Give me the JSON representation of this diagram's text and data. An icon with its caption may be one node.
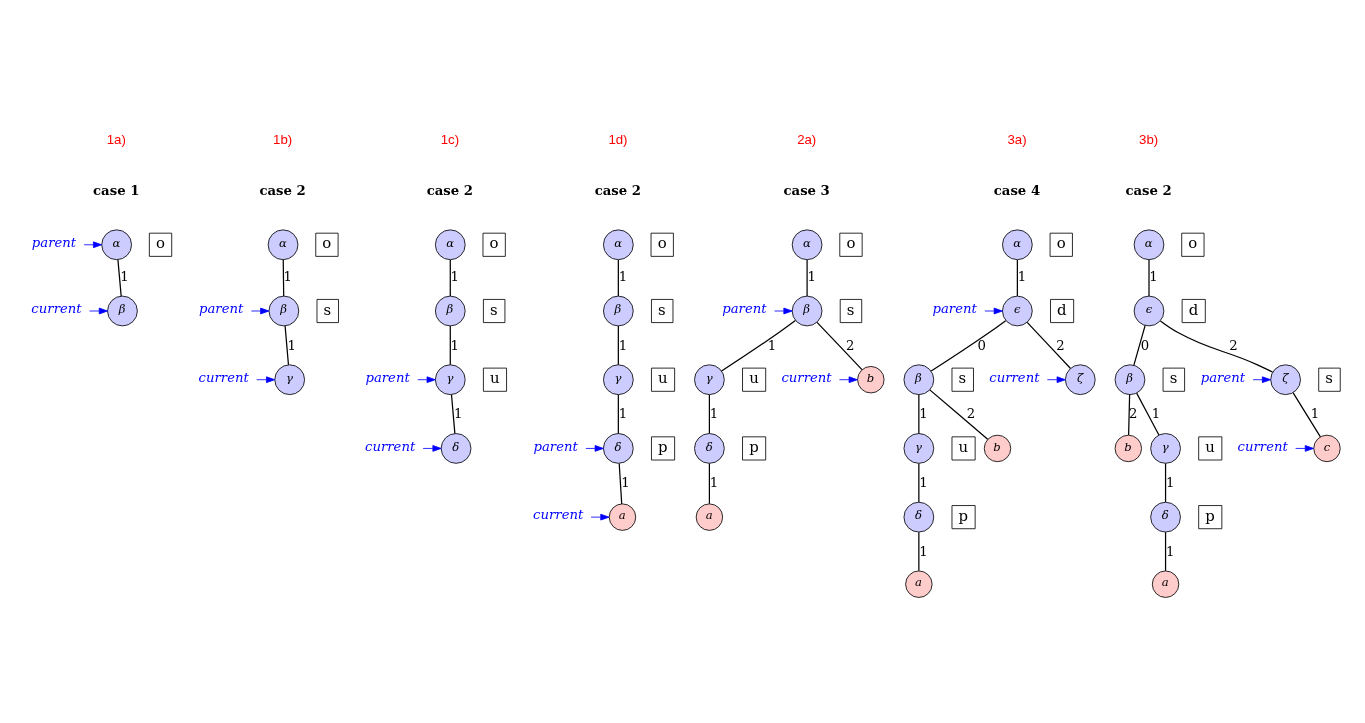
{
  "diagram": {
    "nodes": [
      {
        "text": [
          "α"
        ]
      },
      {
        "text": [
          "o"
        ]
      },
      {
        "text": [
          "parent"
        ]
      },
      {
        "text": [
          "β"
        ]
      },
      {
        "text": [
          "current"
        ]
      },
      {
        "text": [
          "α"
        ]
      },
      {
        "text": [
          "o"
        ]
      },
      {
        "text": [
          "β"
        ]
      },
      {
        "text": [
          "s"
        ]
      },
      {
        "text": [
          "parent"
        ]
      },
      {
        "text": [
          "γ"
        ]
      },
      {
        "text": [
          "current"
        ]
      },
      {
        "text": [
          "α"
        ]
      },
      {
        "text": [
          "o"
        ]
      },
      {
        "text": [
          "β"
        ]
      },
      {
        "text": [
          "s"
        ]
      },
      {
        "text": [
          "γ"
        ]
      },
      {
        "text": [
          "u"
        ]
      },
      {
        "text": [
          "parent"
        ]
      },
      {
        "text": [
          "δ"
        ]
      },
      {
        "text": [
          "current"
        ]
      },
      {
        "text": [
          "α"
        ]
      },
      {
        "text": [
          "o"
        ]
      },
      {
        "text": [
          "β"
        ]
      },
      {
        "text": [
          "s"
        ]
      },
      {
        "text": [
          "γ"
        ]
      },
      {
        "text": [
          "u"
        ]
      },
      {
        "text": [
          "δ"
        ]
      },
      {
        "text": [
          "p"
        ]
      },
      {
        "text": [
          "parent"
        ]
      },
      {
        "text": [
          "a"
        ]
      },
      {
        "text": [
          "current"
        ]
      },
      {
        "text": [
          "α"
        ]
      },
      {
        "text": [
          "o"
        ]
      },
      {
        "text": [
          "β"
        ]
      },
      {
        "text": [
          "s"
        ]
      },
      {
        "text": [
          "parent"
        ]
      },
      {
        "text": [
          "γ"
        ]
      },
      {
        "text": [
          "u"
        ]
      },
      {
        "text": [
          "b"
        ]
      },
      {
        "text": [
          "current"
        ]
      },
      {
        "text": [
          "δ"
        ]
      },
      {
        "text": [
          "p"
        ]
      },
      {
        "text": [
          "a"
        ]
      },
      {
        "text": [
          "α"
        ]
      },
      {
        "text": [
          "o"
        ]
      },
      {
        "text": [
          "ϵ"
        ]
      },
      {
        "text": [
          "d"
        ]
      },
      {
        "text": [
          "parent"
        ]
      },
      {
        "text": [
          "current"
        ]
      },
      {
        "text": [
          "β"
        ]
      },
      {
        "text": [
          "s"
        ]
      },
      {
        "text": [
          "ζ"
        ]
      },
      {
        "text": [
          "γ"
        ]
      },
      {
        "text": [
          "u"
        ]
      },
      {
        "text": [
          "b"
        ]
      },
      {
        "text": [
          "δ"
        ]
      },
      {
        "text": [
          "p"
        ]
      },
      {
        "text": [
          "a"
        ]
      },
      {
        "text": [
          "α"
        ]
      },
      {
        "text": [
          "o"
        ]
      },
      {
        "text": [
          "ϵ"
        ]
      },
      {
        "text": [
          "d"
        ]
      },
      {
        "text": [
          "parent"
        ]
      },
      {
        "text": [
          "β"
        ]
      },
      {
        "text": [
          "s"
        ]
      },
      {
        "text": [
          "ζ"
        ]
      },
      {
        "text": [
          "s"
        ]
      },
      {
        "text": [
          "γ"
        ]
      },
      {
        "text": [
          "u"
        ]
      },
      {
        "text": [
          "b"
        ]
      },
      {
        "text": [
          "c"
        ]
      },
      {
        "text": [
          "current"
        ]
      },
      {
        "text": [
          "δ"
        ]
      },
      {
        "text": [
          "p"
        ]
      },
      {
        "text": [
          "a"
        ]
      }
    ],
    "edges": [
      {
        "from": 0,
        "to": 3,
        "arrow": "none",
        "label": "1"
      },
      {
        "from": 2,
        "to": 0,
        "arrow": "to",
        "color": "#0000ff"
      },
      {
        "from": 4,
        "to": 3,
        "arrow": "to",
        "color": "#0000ff"
      },
      {
        "from": 5,
        "to": 7,
        "arrow": "none",
        "label": "1"
      },
      {
        "from": 7,
        "to": 10,
        "arrow": "none",
        "label": "1"
      },
      {
        "from": 9,
        "to": 7,
        "arrow": "to",
        "color": "#0000ff"
      },
      {
        "from": 11,
        "to": 10,
        "arrow": "to",
        "color": "#0000ff"
      },
      {
        "from": 12,
        "to": 14,
        "arrow": "none",
        "label": "1"
      },
      {
        "from": 14,
        "to": 16,
        "arrow": "none",
        "label": "1"
      },
      {
        "from": 16,
        "to": 19,
        "arrow": "none",
        "label": "1"
      },
      {
        "from": 18,
        "to": 16,
        "arrow": "to",
        "color": "#0000ff"
      },
      {
        "from": 20,
        "to": 19,
        "arrow": "to",
        "color": "#0000ff"
      },
      {
        "from": 21,
        "to": 23,
        "arrow": "none",
        "label": "1"
      },
      {
        "from": 23,
        "to": 25,
        "arrow": "none",
        "label": "1"
      },
      {
        "from": 25,
        "to": 27,
        "arrow": "none",
        "label": "1"
      },
      {
        "from": 27,
        "to": 30,
        "arrow": "none",
        "label": "1"
      },
      {
        "from": 29,
        "to": 27,
        "arrow": "to",
        "color": "#0000ff"
      },
      {
        "from": 31,
        "to": 30,
        "arrow": "to",
        "color": "#0000ff"
      },
      {
        "from": 32,
        "to": 34,
        "arrow": "none",
        "label": "1"
      },
      {
        "from": 34,
        "to": 37,
        "arrow": "none",
        "label": "1"
      },
      {
        "from": 34,
        "to": 39,
        "arrow": "none",
        "label": "2"
      },
      {
        "from": 37,
        "to": 41,
        "arrow": "none",
        "label": "1"
      },
      {
        "from": 41,
        "to": 43,
        "arrow": "none",
        "label": "1"
      },
      {
        "from": 36,
        "to": 34,
        "arrow": "to",
        "color": "#0000ff"
      },
      {
        "from": 40,
        "to": 39,
        "arrow": "to",
        "color": "#0000ff"
      },
      {
        "from": 44,
        "to": 46,
        "arrow": "none",
        "label": "1"
      },
      {
        "from": 46,
        "to": 50,
        "arrow": "none",
        "label": "0"
      },
      {
        "from": 46,
        "to": 52,
        "arrow": "none",
        "label": "2"
      },
      {
        "from": 50,
        "to": 53,
        "arrow": "none",
        "label": "1"
      },
      {
        "from": 50,
        "to": 55,
        "arrow": "none",
        "label": "2"
      },
      {
        "from": 53,
        "to": 56,
        "arrow": "none",
        "label": "1"
      },
      {
        "from": 56,
        "to": 58,
        "arrow": "none",
        "label": "1"
      },
      {
        "from": 48,
        "to": 46,
        "arrow": "to",
        "color": "#0000ff"
      },
      {
        "from": 49,
        "to": 52,
        "arrow": "to",
        "color": "#0000ff"
      },
      {
        "from": 59,
        "to": 61,
        "arrow": "none",
        "label": "1"
      },
      {
        "from": 61,
        "to": 64,
        "arrow": "none",
        "label": "0"
      },
      {
        "from": 61,
        "to": 66,
        "arrow": "none",
        "label": "2"
      },
      {
        "from": 64,
        "to": 68,
        "arrow": "none",
        "label": "1"
      },
      {
        "from": 64,
        "to": 70,
        "arrow": "none",
        "label": "2"
      },
      {
        "from": 66,
        "to": 71,
        "arrow": "none",
        "label": "1"
      },
      {
        "from": 68,
        "to": 73,
        "arrow": "none",
        "label": "1"
      },
      {
        "from": 73,
        "to": 75,
        "arrow": "none",
        "label": "1"
      },
      {
        "from": 63,
        "to": 66,
        "arrow": "to",
        "color": "#0000ff"
      },
      {
        "from": 72,
        "to": 71,
        "arrow": "to",
        "color": "#0000ff"
      }
    ],
    "labels": [
      "1a)",
      "1b)",
      "1c)",
      "1d)",
      "2a)",
      "3a)",
      "3b)",
      "case 1",
      "case 2",
      "case 2",
      "case 2",
      "case 3",
      "case 4",
      "case 2"
    ]
  }
}
